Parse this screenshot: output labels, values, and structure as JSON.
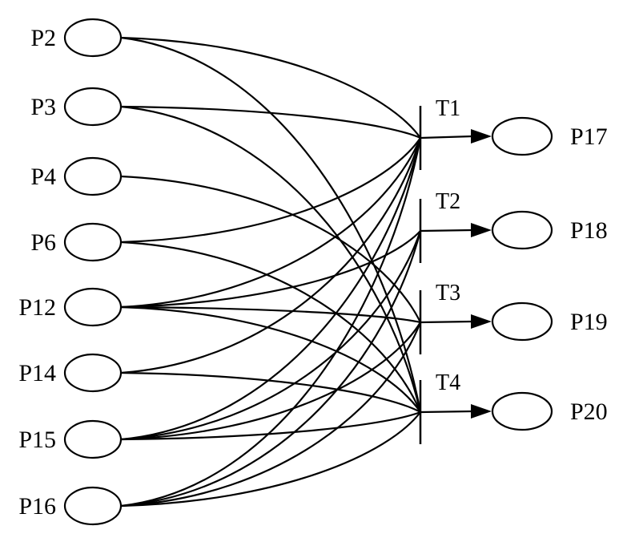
{
  "input_places": [
    "P2",
    "P3",
    "P4",
    "P6",
    "P12",
    "P14",
    "P15",
    "P16"
  ],
  "transitions": [
    "T1",
    "T2",
    "T3",
    "T4"
  ],
  "output_places": [
    "P17",
    "P18",
    "P19",
    "P20"
  ],
  "arcs": [
    [
      "P2",
      "T1"
    ],
    [
      "P2",
      "T4"
    ],
    [
      "P3",
      "T1"
    ],
    [
      "P3",
      "T4"
    ],
    [
      "P4",
      "T3"
    ],
    [
      "P6",
      "T1"
    ],
    [
      "P6",
      "T4"
    ],
    [
      "P12",
      "T1"
    ],
    [
      "P12",
      "T2"
    ],
    [
      "P12",
      "T3"
    ],
    [
      "P12",
      "T4"
    ],
    [
      "P14",
      "T1"
    ],
    [
      "P14",
      "T4"
    ],
    [
      "P15",
      "T1"
    ],
    [
      "P15",
      "T2"
    ],
    [
      "P15",
      "T3"
    ],
    [
      "P15",
      "T4"
    ],
    [
      "P16",
      "T1"
    ],
    [
      "P16",
      "T2"
    ],
    [
      "P16",
      "T3"
    ],
    [
      "P16",
      "T4"
    ]
  ],
  "colors": {
    "stroke": "#000000",
    "background": "#ffffff"
  }
}
